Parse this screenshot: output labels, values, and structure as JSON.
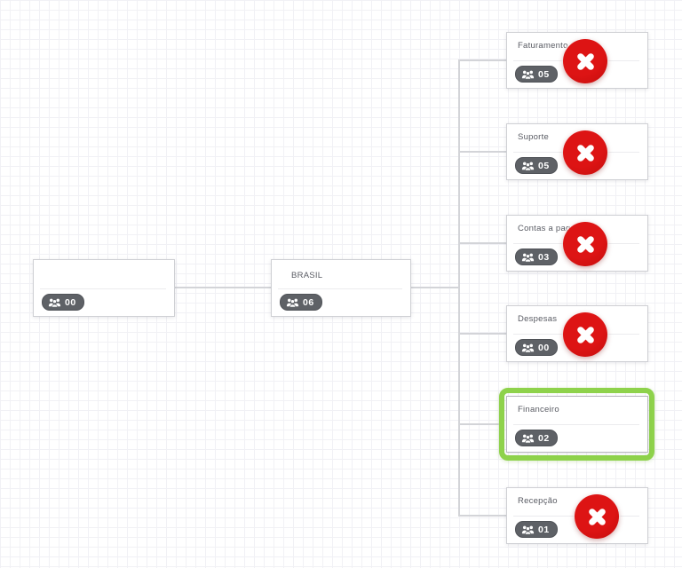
{
  "canvas": {
    "grid_color": "#f1f1f5",
    "connector_color": "#d3d4d8"
  },
  "colors": {
    "delete_red": "#d11010",
    "selected_green": "#8ed24b",
    "badge_background": "#5e6166",
    "card_border": "#cfd0d4",
    "title_text": "#595b63"
  },
  "org_chart": {
    "root": {
      "title": "",
      "member_count": "00",
      "icon": "users-icon",
      "delete_visible": false,
      "selected": false
    },
    "middle": {
      "title": "BRASIL",
      "member_count": "06",
      "icon": "users-icon",
      "delete_visible": false,
      "selected": false
    },
    "children": [
      {
        "title": "Faturamento",
        "member_count": "05",
        "icon": "users-icon",
        "delete_visible": true,
        "selected": false
      },
      {
        "title": "Suporte",
        "member_count": "05",
        "icon": "users-icon",
        "delete_visible": true,
        "selected": false
      },
      {
        "title": "Contas a pagar",
        "member_count": "03",
        "icon": "users-icon",
        "delete_visible": true,
        "selected": false
      },
      {
        "title": "Despesas",
        "member_count": "00",
        "icon": "users-icon",
        "delete_visible": true,
        "selected": false
      },
      {
        "title": "Financeiro",
        "member_count": "02",
        "icon": "users-icon",
        "delete_visible": false,
        "selected": true
      },
      {
        "title": "Recepção",
        "member_count": "01",
        "icon": "users-icon",
        "delete_visible": true,
        "selected": false
      }
    ]
  }
}
